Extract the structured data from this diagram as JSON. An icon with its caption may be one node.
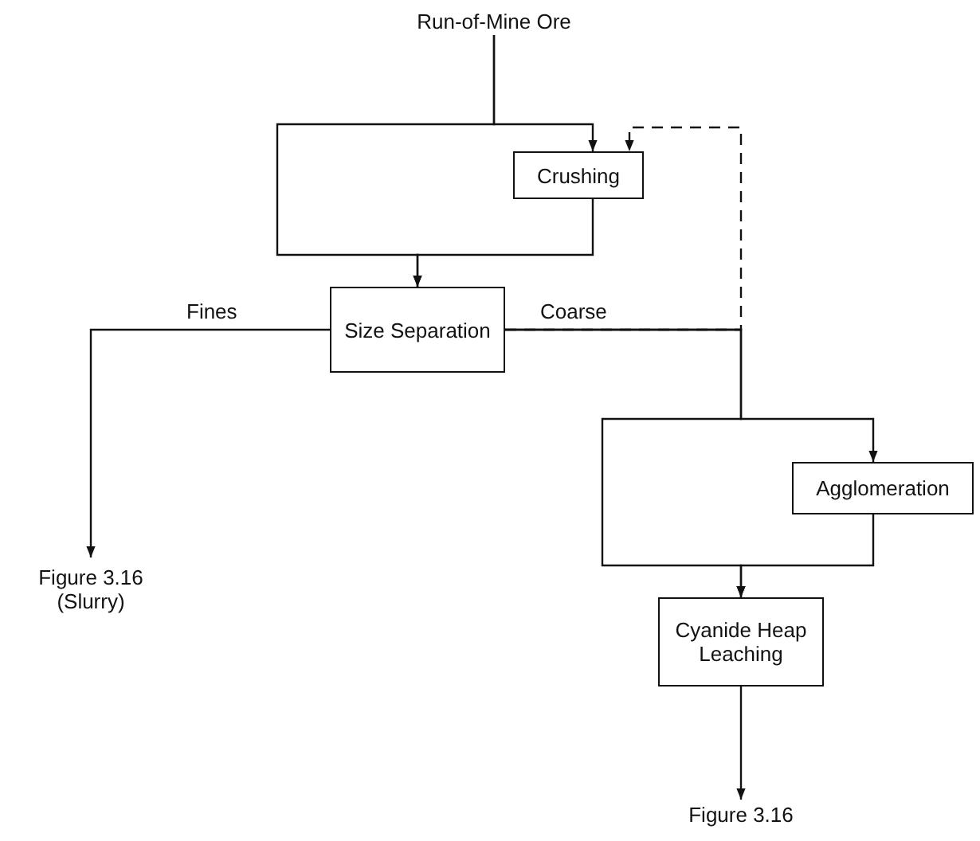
{
  "diagram": {
    "nodes": [
      {
        "text": [
          "Run-of-Mine Ore"
        ]
      },
      {
        "text": [
          "Crushing"
        ]
      },
      {
        "text": [
          "Size Separation"
        ]
      },
      {
        "text": [
          "Figure 3.16 (Slurry)"
        ]
      },
      {
        "text": [
          "Agglomeration"
        ]
      },
      {
        "text": [
          "Cyanide Heap Leaching"
        ]
      },
      {
        "text": [
          "Figure 3.16"
        ]
      }
    ],
    "edges": [
      {
        "from": 0,
        "to": 1,
        "arrow": "to"
      },
      {
        "from": 0,
        "to": 2,
        "arrow": "to"
      },
      {
        "from": 1,
        "to": 2,
        "arrow": "to"
      },
      {
        "from": 2,
        "to": 3,
        "arrow": "to",
        "label": "Fines"
      },
      {
        "from": 2,
        "to": 4,
        "arrow": "to",
        "label": "Coarse"
      },
      {
        "from": 2,
        "to": 5,
        "arrow": "to"
      },
      {
        "from": 4,
        "to": 5,
        "arrow": "to"
      },
      {
        "from": 2,
        "to": 1,
        "arrow": "to",
        "style": "dashed"
      },
      {
        "from": 5,
        "to": 6,
        "arrow": "to"
      }
    ]
  }
}
